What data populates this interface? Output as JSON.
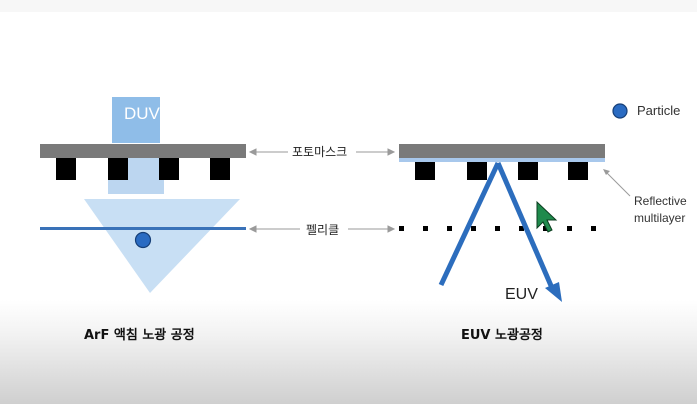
{
  "labels": {
    "duv": "DUV",
    "photomask": "포토마스크",
    "pellicle": "펠리클",
    "particle": "Particle",
    "reflective_line1": "Reflective",
    "reflective_line2": "multilayer",
    "euv": "EUV"
  },
  "captions": {
    "arf": "ArF 액침 노광 공정",
    "euv": "EUV 노광공정"
  },
  "colors": {
    "mask": "#7a7a7a",
    "block": "#000000",
    "beam": "#bcd6f0",
    "pellicle": "#3a72b8",
    "particle": "#2a6bc2",
    "euv_ray": "#2c6dbd",
    "reflective": "#a8c8ec",
    "cursor": "#1f8a4c"
  },
  "icons": [
    "particle-legend-icon",
    "mouse-cursor-icon",
    "double-arrow-icon"
  ]
}
